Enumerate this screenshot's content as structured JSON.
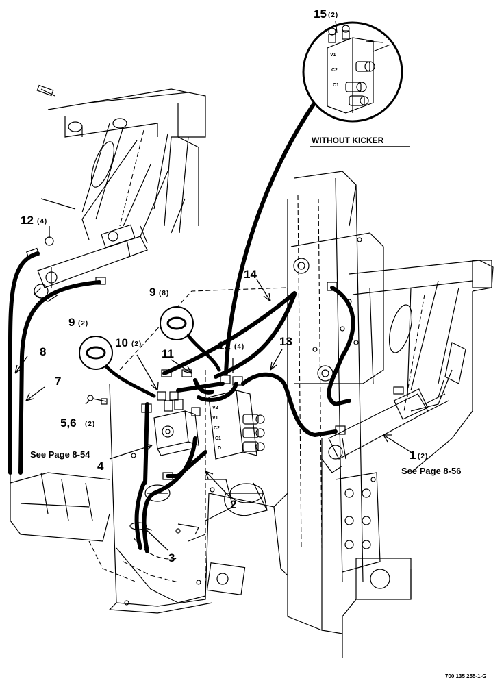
{
  "callouts": {
    "c1": {
      "num": "1",
      "qty": "(2)"
    },
    "c2": {
      "num": "2"
    },
    "c3": {
      "num": "3"
    },
    "c4": {
      "num": "4"
    },
    "c56": {
      "num": "5,6",
      "qty": "(2)"
    },
    "c7": {
      "num": "7"
    },
    "c8": {
      "num": "8"
    },
    "c9a": {
      "num": "9",
      "qty": "(8)"
    },
    "c9b": {
      "num": "9",
      "qty": "(2)"
    },
    "c10": {
      "num": "10",
      "qty": "(2)"
    },
    "c11": {
      "num": "11"
    },
    "c12a": {
      "num": "12",
      "qty": "(4)"
    },
    "c12b": {
      "num": "12",
      "qty": "(4)"
    },
    "c13": {
      "num": "13"
    },
    "c14": {
      "num": "14"
    },
    "c15": {
      "num": "15",
      "qty": "(2)"
    }
  },
  "notes": {
    "page_8_54": "See Page 8-54",
    "page_8_56": "See Page 8-56",
    "without_kicker": "WITHOUT KICKER",
    "figure_id": "700 135 255-1-G"
  },
  "valve_port_labels": {
    "upper": [
      "V1",
      "C2",
      "C1"
    ],
    "lower": [
      "V2",
      "V1",
      "C2",
      "C1",
      "D"
    ]
  }
}
